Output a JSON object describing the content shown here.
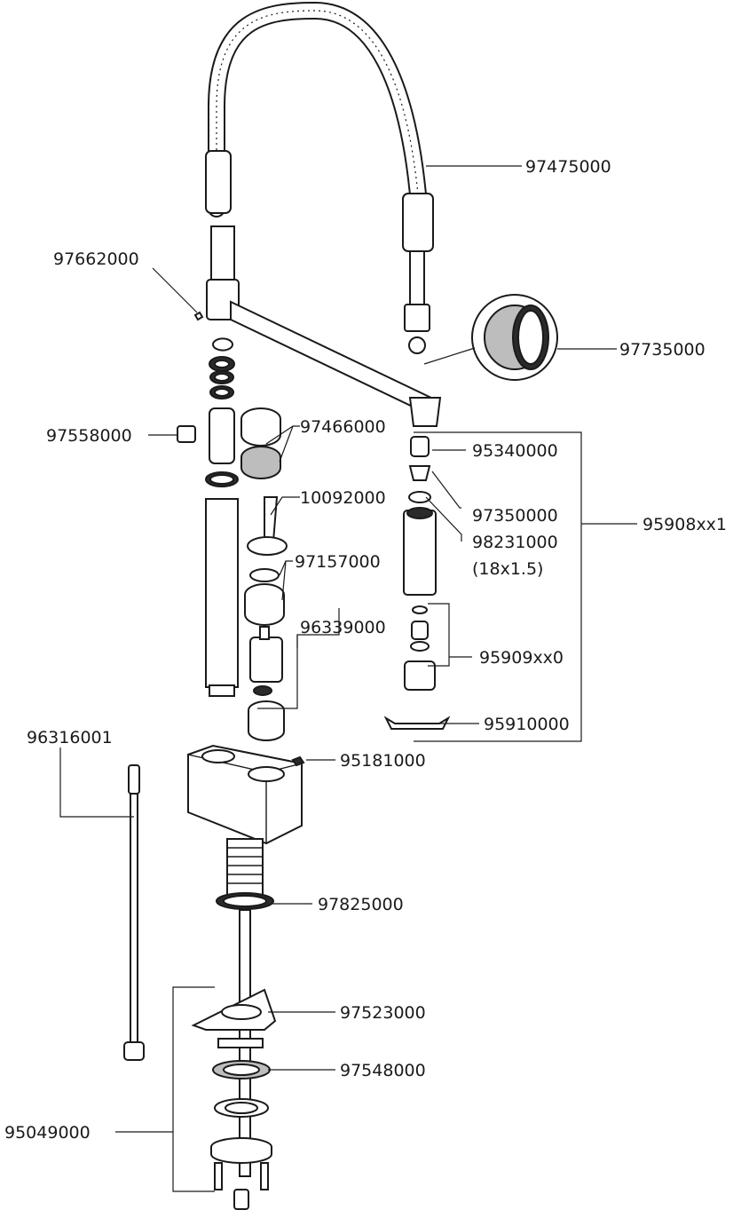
{
  "parts": [
    {
      "id": "hose",
      "number": "97475000"
    },
    {
      "id": "setscrew",
      "number": "97662000"
    },
    {
      "id": "strainer",
      "number": "97735000"
    },
    {
      "id": "diverter-block",
      "number": "97558000"
    },
    {
      "id": "seal-rings",
      "number": "97466000"
    },
    {
      "id": "lever",
      "number": "10092000"
    },
    {
      "id": "cartridge-nut",
      "number": "97157000"
    },
    {
      "id": "cartridge",
      "number": "96339000"
    },
    {
      "id": "hand-shower-top",
      "number": "95340000"
    },
    {
      "id": "spray-insert",
      "number": "97350000"
    },
    {
      "id": "oring",
      "number": "98231000",
      "note": "(18x1.5)"
    },
    {
      "id": "hand-shower",
      "number": "95908xx1"
    },
    {
      "id": "hand-shower-bottom",
      "number": "95909xx0"
    },
    {
      "id": "clip",
      "number": "95910000"
    },
    {
      "id": "flex-hose",
      "number": "96316001"
    },
    {
      "id": "grub-screw",
      "number": "95181000"
    },
    {
      "id": "washer",
      "number": "97825000"
    },
    {
      "id": "mount-bracket",
      "number": "97523000"
    },
    {
      "id": "gasket",
      "number": "97548000"
    },
    {
      "id": "mount-set",
      "number": "95049000"
    }
  ]
}
